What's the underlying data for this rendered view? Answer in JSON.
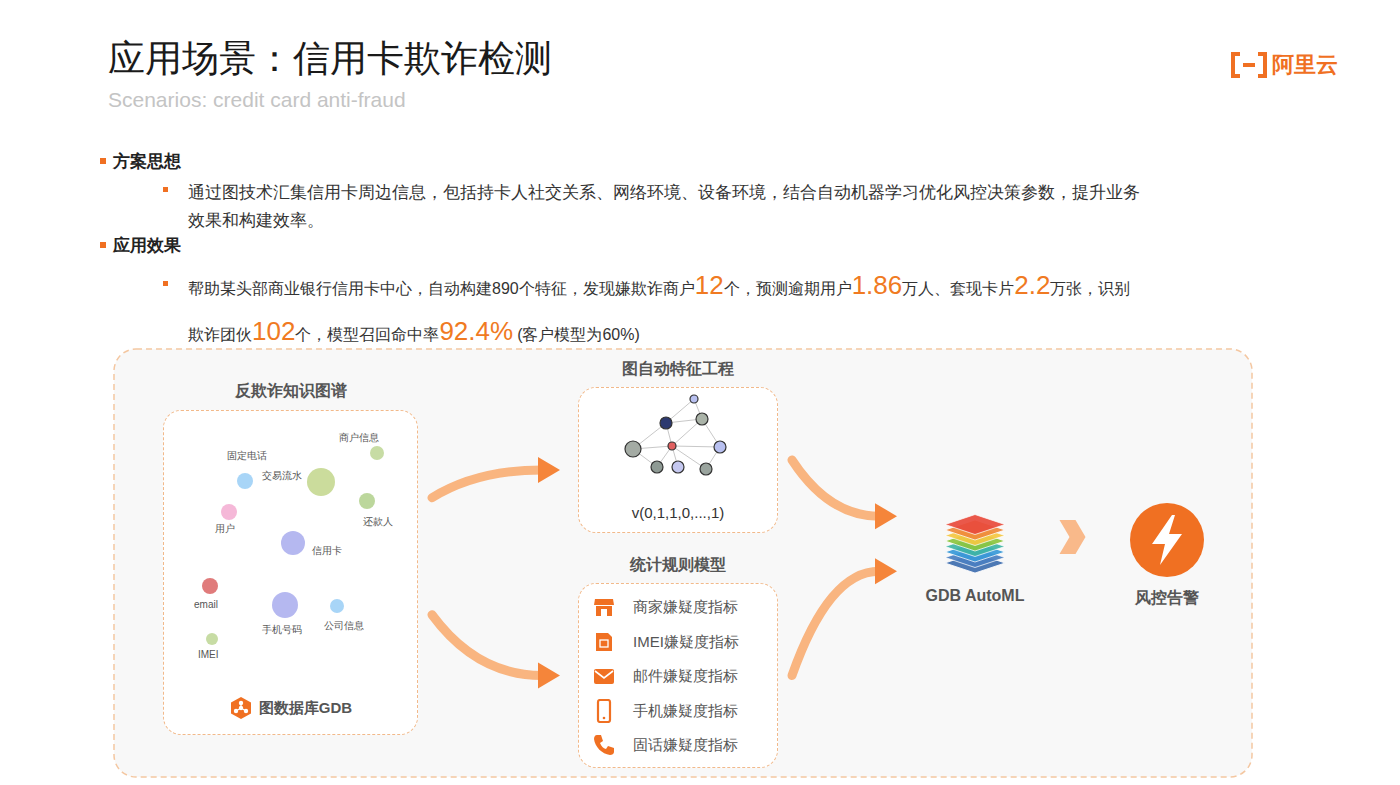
{
  "diagram": {
    "title": "应用场景：信用卡欺诈检测",
    "nodes": [
      {
        "text": [
          "反欺诈知识图谱",
          "图数据库GDB"
        ]
      },
      {
        "text": [
          "商户信息"
        ],
        "in": 0
      },
      {
        "text": [
          "固定电话"
        ],
        "in": 0
      },
      {
        "text": [
          "交易流水"
        ],
        "in": 0
      },
      {
        "text": [
          "还款人"
        ],
        "in": 0
      },
      {
        "text": [
          "用户"
        ],
        "in": 0
      },
      {
        "text": [
          "信用卡"
        ],
        "in": 0
      },
      {
        "text": [
          "email"
        ],
        "in": 0
      },
      {
        "text": [
          "手机号码"
        ],
        "in": 0
      },
      {
        "text": [
          "公司信息"
        ],
        "in": 0
      },
      {
        "text": [
          "IMEI"
        ],
        "in": 0
      },
      {
        "text": [
          "图自动特征工程",
          "v(0,1,1,0,...,1)"
        ]
      },
      {
        "text": [
          "统计规则模型",
          "商家嫌疑度指标",
          "IMEI嫌疑度指标",
          "邮件嫌疑度指标",
          "手机嫌疑度指标",
          "固话嫌疑度指标"
        ]
      },
      {
        "text": [
          "GDB AutoML"
        ]
      },
      {
        "text": [
          "风控告警"
        ]
      }
    ],
    "edges": [
      {
        "from": 0,
        "to": 11,
        "arrow": "to"
      },
      {
        "from": 0,
        "to": 12,
        "arrow": "to"
      },
      {
        "from": 11,
        "to": 13,
        "arrow": "to"
      },
      {
        "from": 12,
        "to": 13,
        "arrow": "to"
      },
      {
        "from": 13,
        "to": 14,
        "arrow": "to"
      },
      {
        "from": 6,
        "to": 2,
        "arrow": "to"
      },
      {
        "from": 6,
        "to": 5,
        "arrow": "to"
      },
      {
        "from": 6,
        "to": 3,
        "arrow": "to"
      },
      {
        "from": 6,
        "to": 7,
        "arrow": "to"
      },
      {
        "from": 6,
        "to": 8,
        "arrow": "to"
      },
      {
        "from": 6,
        "to": 9,
        "arrow": "to"
      },
      {
        "from": 6,
        "to": 10,
        "arrow": "to"
      },
      {
        "from": 3,
        "to": 1,
        "arrow": "to"
      },
      {
        "from": 3,
        "to": 4,
        "arrow": "to"
      }
    ],
    "labels": [
      "Scenarios: credit card anti-fraud",
      "阿里云",
      "方案思想",
      "通过图技术汇集信用卡周边信息，包括持卡人社交关系、网络环境、设备环境，结合自动机器学习优化风控决策参数，提升业务效果和构建效率。",
      "应用效果",
      "帮助某头部商业银行信用卡中心，自动构建890个特征，发现嫌欺诈商户",
      "12",
      "个，预测逾期用户",
      "1.86",
      "万人、套现卡片",
      "2.2",
      "万张，识别欺诈团伙",
      "102",
      "个，模型召回命中率",
      "92.4%",
      "(客户模型为60%)"
    ]
  }
}
